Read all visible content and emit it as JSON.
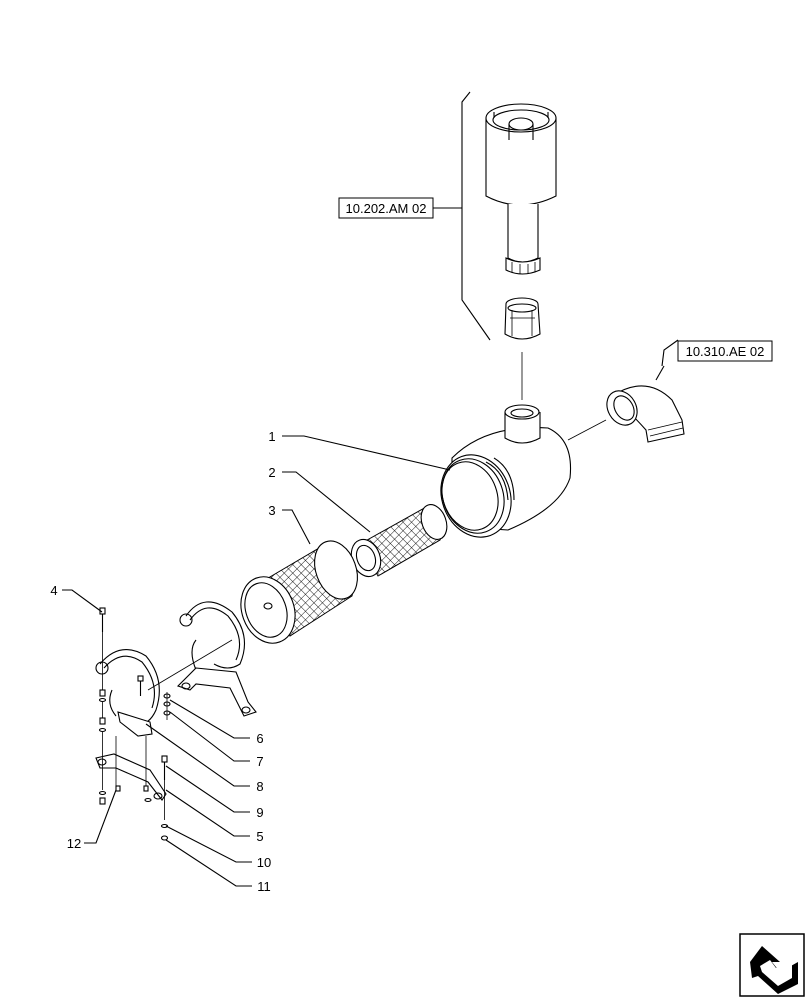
{
  "references": {
    "upper": "10.202.AM 02",
    "right": "10.310.AE 02"
  },
  "callouts": [
    "1",
    "2",
    "3",
    "4",
    "5",
    "6",
    "7",
    "8",
    "9",
    "10",
    "11",
    "12"
  ],
  "icons": {
    "corner": "navigation-arrow-icon"
  }
}
